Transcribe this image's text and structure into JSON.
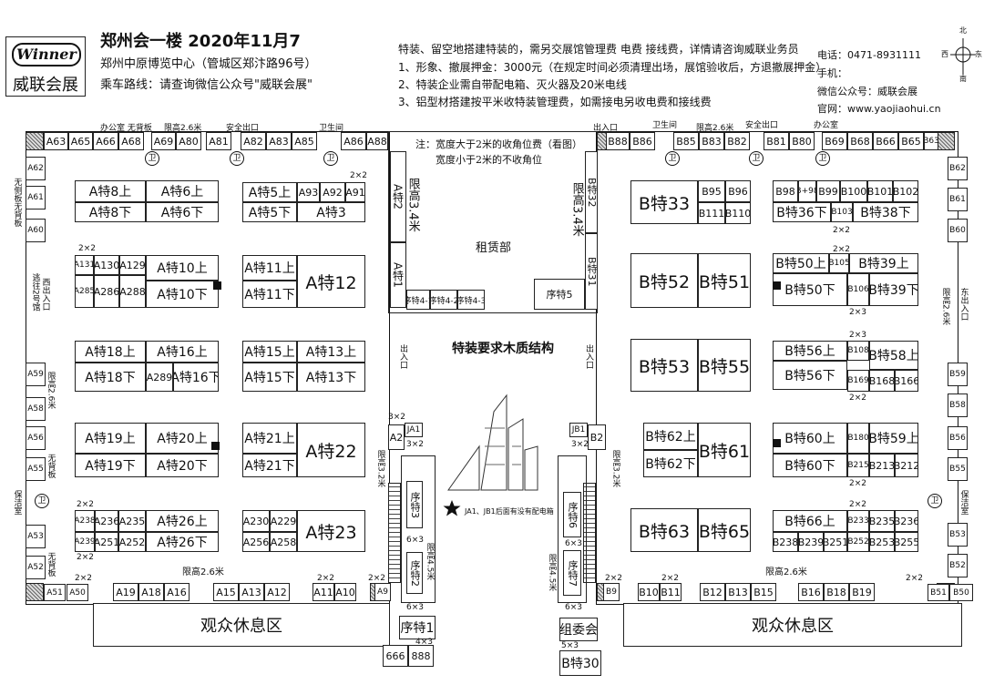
{
  "header": {
    "logo_text": "Winner",
    "logo_name": "威联会展",
    "title": "郑州会一楼  2020年11月7",
    "address": "郑州中原博览中心（管城区郑汴路96号）",
    "route": "乘车路线：请查询微信公众号\"威联会展\""
  },
  "notice": {
    "line0": "特装、留空地搭建特装的，需另交展馆管理费 电费 接线费，详情请咨询威联业务员",
    "line1": "1、形象、撤展押金：3000元（在规定时间必须清理出场，展馆验收后，方退撤展押金）",
    "line2": "2、特装企业需自带配电箱、灭火器及20米电线",
    "line3": "3、铝型材搭建按平米收特装管理费，如需接电另收电费和接线费"
  },
  "contact": {
    "phone": "电话：0471-8931111",
    "mobile": "手机：",
    "wechat": "微信公众号：威联会展",
    "site": "官网：www.yaojiaohui.cn"
  },
  "compass": {
    "n": "北",
    "s": "南",
    "e": "东",
    "w": "西"
  },
  "hall": {
    "center_note1": "注：宽度大于2米的收角位费（看图）",
    "center_note2": "宽度小于2米的不收角位",
    "rent": "租赁部",
    "wood": "特装要求木质结构",
    "star_note": "JA1、JB1后面有没有配电箱",
    "limit_left": "限高2.6米",
    "limit_right": "限高2.6米",
    "rest_left": "观众休息区",
    "rest_right": "观众休息区",
    "org": "组委会",
    "office_l": "办公室 无背板",
    "limit_top_l": "限高2.6米",
    "exit_top_l": "安全出口",
    "wc_top_l": "卫生间",
    "exit_top_r": "出入口",
    "wc_top_r": "卫生间",
    "limit_top_r": "限高2.6米",
    "exit_top_r2": "安全出口",
    "office_r": "办公室",
    "left_side_a": "无侧板无背板",
    "left_side_b": "逃往2号馆",
    "left_side_c": "西出入口",
    "left_side_d": "无背板",
    "left_side_e": "保洁室",
    "left_side_f": "无背板",
    "right_side_a": "限高2.6米",
    "right_side_b": "东出入口",
    "right_side_c": "保洁室",
    "lim34_a": "限高3.4米",
    "lim34_b": "限高3.4米",
    "lim32_a": "限高3.2米",
    "lim32_b": "限高3.2米",
    "lim45_a": "限高4.5米",
    "lim45_b": "限高4.5米",
    "entry_l": "出入口",
    "entry_r": "出入口",
    "toilet": "卫",
    "limit_26_v": "限高2.6米",
    "d2x2": "2×2",
    "d3x2": "3×2",
    "d6x3": "6×3",
    "d4x3": "4×3",
    "d5x3": "5×3",
    "d2x3": "2×3"
  },
  "booths": {
    "top_a": [
      "A63",
      "A65",
      "A66",
      "A68",
      "A69",
      "A80",
      "A81",
      "A82",
      "A83",
      "A85",
      "A86",
      "A88"
    ],
    "top_b": [
      "B88",
      "B86",
      "B85",
      "B83",
      "B82",
      "B81",
      "B80",
      "B69",
      "B68",
      "B66",
      "B65",
      "B63"
    ],
    "left_col": [
      "A62",
      "A61",
      "A60",
      "A59",
      "A58",
      "A56",
      "A55",
      "A53",
      "A52",
      "A51",
      "A50"
    ],
    "right_col": [
      "B62",
      "B61",
      "B60",
      "B59",
      "B58",
      "B56",
      "B55",
      "B53",
      "B52",
      "B51",
      "B50"
    ],
    "bottom_a": [
      "A19",
      "A18",
      "A16",
      "A15",
      "A13",
      "A12",
      "A11",
      "A10",
      "A9"
    ],
    "bottom_b": [
      "B9",
      "B10",
      "B11",
      "B12",
      "B13",
      "B15",
      "B16",
      "B18",
      "B19"
    ],
    "a8u": "A特8上",
    "a8d": "A特8下",
    "a6u": "A特6上",
    "a6d": "A特6下",
    "a5u": "A特5上",
    "a5d": "A特5下",
    "a93": "A93",
    "a92": "A92",
    "a91": "A91",
    "a3": "A特3",
    "a131": "A131",
    "a130": "A130",
    "a129": "A129",
    "a10u": "A特10上",
    "a10d": "A特10下",
    "a285": "A285",
    "a286": "A286",
    "a288": "A288",
    "a11u": "A特11上",
    "a11d": "A特11下",
    "a12": "A特12",
    "a18u": "A特18上",
    "a18d": "A特18下",
    "a16u": "A特16上",
    "a16d": "A特16下",
    "a289": "A289",
    "a15u": "A特15上",
    "a15d": "A特15下",
    "a13u": "A特13上",
    "a13d": "A特13下",
    "a19u": "A特19上",
    "a19d": "A特19下",
    "a20u": "A特20上",
    "a20d": "A特20下",
    "a21u": "A特21上",
    "a21d": "A特21下",
    "a22": "A特22",
    "a238": "A238",
    "a236": "A236",
    "a235": "A235",
    "a239": "A239",
    "a251": "A251",
    "a252": "A252",
    "a26u": "A特26上",
    "a26d": "A特26下",
    "a230": "A230",
    "a229": "A229",
    "a256": "A256",
    "a258": "A258",
    "a23": "A特23",
    "a2": "A特2",
    "a1": "A特1",
    "x41": "序特4-1",
    "x42": "序特4-2",
    "x43": "序特4-3",
    "x5": "序特5",
    "b32": "B特32",
    "b31": "B特31",
    "ja1": "JA1",
    "a2s": "A2",
    "jb1": "JB1",
    "b2s": "B2",
    "x3": "序特3",
    "x2": "序特2",
    "x1": "序特1",
    "x6": "序特6",
    "x7": "序特7",
    "b666": "666",
    "b888": "888",
    "b30": "B特30",
    "b33": "B特33",
    "b95": "B95",
    "b96": "B96",
    "b111": "B111",
    "b110": "B110",
    "b98": "B98",
    "b98b": "B+98",
    "b99": "B99",
    "b100": "B100",
    "b101": "B101",
    "b102": "B102",
    "b36d": "B特36下",
    "b103": "B103",
    "b38d": "B特38下",
    "b52": "B特52",
    "b51": "B特51",
    "b50u": "B特50上",
    "b105": "B105",
    "b39u": "B特39上",
    "b50d": "B特50下",
    "b106": "B106",
    "b39d": "B特39下",
    "b53": "B特53",
    "b55": "B特55",
    "b56u": "B特56上",
    "b108": "B108",
    "b58u": "B特58上",
    "b56d": "B特56下",
    "b169": "B169",
    "b168": "B168",
    "b166": "B166",
    "b62u": "B特62上",
    "b62d": "B特62下",
    "b61": "B特61",
    "b60u": "B特60上",
    "b180": "B180",
    "b59u": "B特59上",
    "b60d": "B特60下",
    "b215": "B215",
    "b213": "B213",
    "b212": "B212",
    "b63": "B特63",
    "b65": "B特65",
    "b66u": "B特66上",
    "b233": "B233",
    "b235": "B235",
    "b236": "B236",
    "b238": "B238",
    "b239": "B239",
    "b251": "B251",
    "b252": "B252",
    "b253": "B253",
    "b255": "B255"
  }
}
